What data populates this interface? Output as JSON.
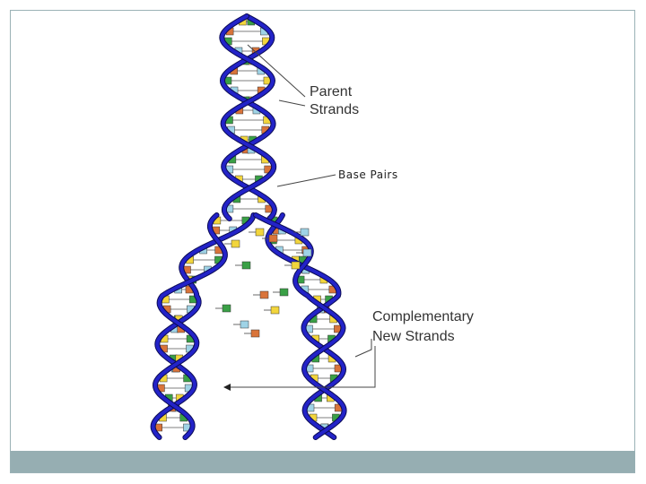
{
  "diagram": {
    "labels": {
      "parent_line1": "Parent",
      "parent_line2": "Strands",
      "base_pairs": "Base Pairs",
      "complementary_line1": "Complementary",
      "complementary_line2": "New Strands"
    },
    "colors": {
      "backbone": "#2323c8",
      "backbone_dark": "#0b0b55",
      "frame_border": "#9bb2b6",
      "bottom_bar": "#96aeb2",
      "base_yellow": "#f2d53c",
      "base_orange": "#d9743a",
      "base_green": "#3aa046",
      "base_teal": "#9fd3e6"
    }
  }
}
